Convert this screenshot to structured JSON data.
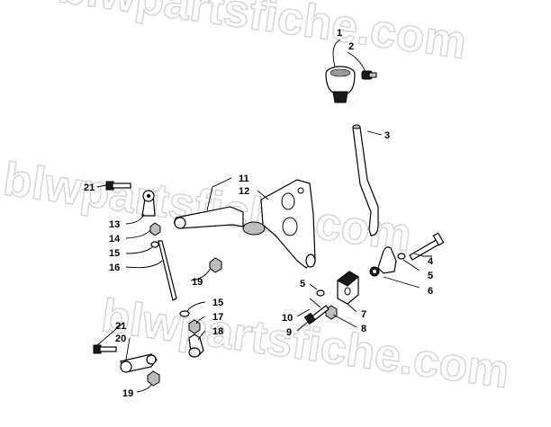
{
  "watermark": "blwpartsfiche.com",
  "callouts": {
    "c1": "1",
    "c2": "2",
    "c3": "3",
    "c4": "4",
    "c5a": "5",
    "c5b": "5",
    "c6": "6",
    "c7": "7",
    "c8": "8",
    "c9": "9",
    "c10": "10",
    "c11": "11",
    "c12": "12",
    "c13": "13",
    "c14": "14",
    "c15a": "15",
    "c15b": "15",
    "c16": "16",
    "c17": "17",
    "c18": "18",
    "c19a": "19",
    "c19b": "19",
    "c20": "20",
    "c21a": "21",
    "c21b": "21"
  }
}
